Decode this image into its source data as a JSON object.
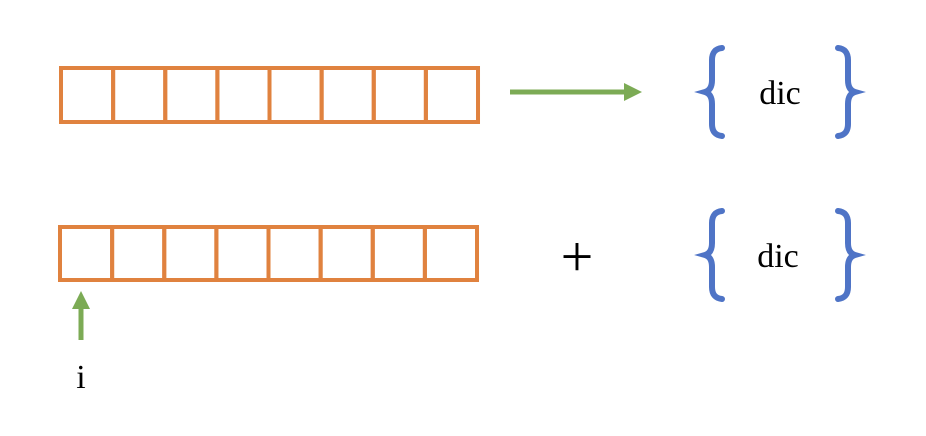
{
  "row1": {
    "cell_count": 8,
    "dict_label": "dic"
  },
  "row2": {
    "cell_count": 8,
    "operator": "+",
    "dict_label": "dic",
    "pointer_label": "i"
  },
  "colors": {
    "array_cell_stroke": "#E0823F",
    "arrow": "#7CAB55",
    "brace": "#4F74C6",
    "text": "#000000"
  }
}
